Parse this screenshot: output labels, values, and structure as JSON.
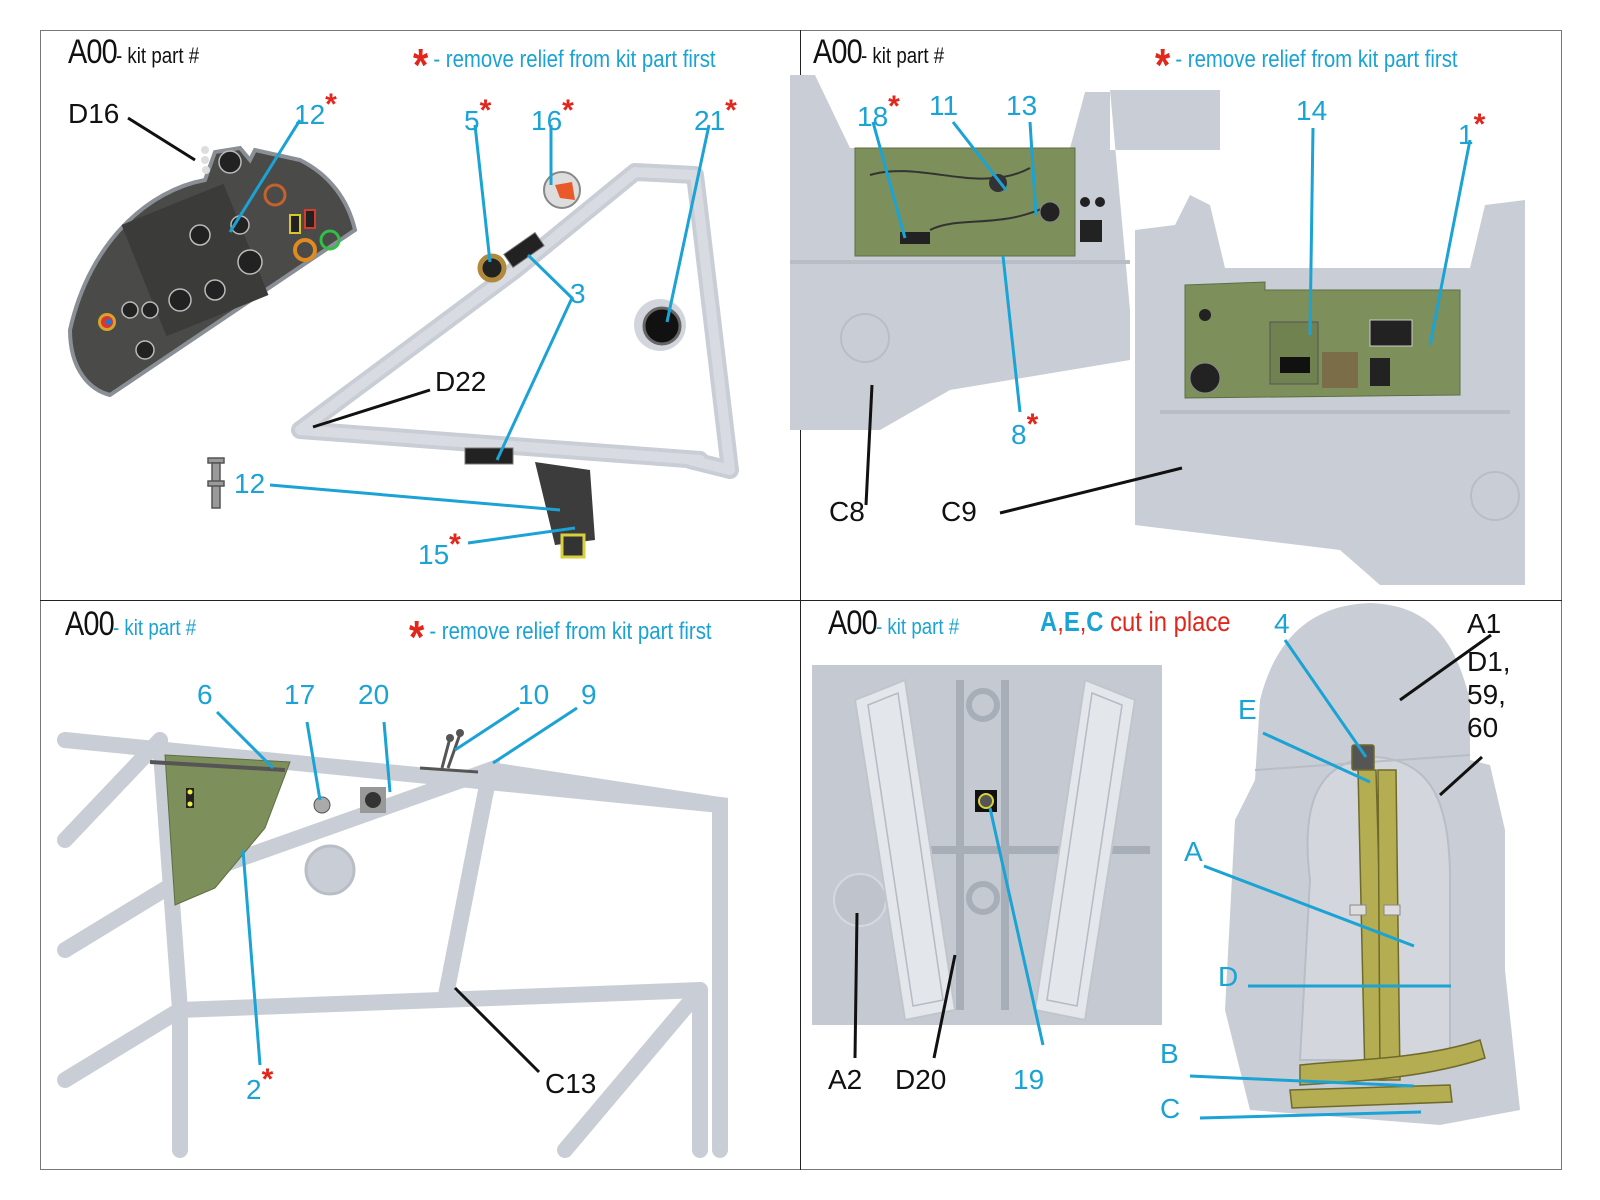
{
  "legend": {
    "kit_code": "A00",
    "kit_text": "- kit part #",
    "star": "*",
    "remove_relief": "- remove relief from kit part first",
    "cut_letters": [
      "A",
      "E",
      "C"
    ],
    "cut_sep": ",",
    "cut_text": "cut in place"
  },
  "colors": {
    "blue_label": "#1aa3d4",
    "red_star": "#e2261c",
    "black_label": "#111111",
    "kit_grey": "#c9ced6",
    "interior_green": "#7d8f5a",
    "panel_dark": "#4a4a48",
    "harness_yellow": "#b4ad52"
  },
  "panels": [
    {
      "name": "instrument-panel",
      "header_style": "dark",
      "labels": [
        {
          "text": "D16",
          "kind": "kit",
          "star": false
        },
        {
          "text": "12",
          "kind": "3d",
          "star": true
        },
        {
          "text": "5",
          "kind": "3d",
          "star": true
        },
        {
          "text": "16",
          "kind": "3d",
          "star": true
        },
        {
          "text": "21",
          "kind": "3d",
          "star": true
        },
        {
          "text": "3",
          "kind": "3d",
          "star": false
        },
        {
          "text": "D22",
          "kind": "kit",
          "star": false
        },
        {
          "text": "12",
          "kind": "3d",
          "star": false
        },
        {
          "text": "15",
          "kind": "3d",
          "star": true
        }
      ]
    },
    {
      "name": "cockpit-sidewalls",
      "header_style": "dark",
      "labels": [
        {
          "text": "18",
          "kind": "3d",
          "star": true
        },
        {
          "text": "11",
          "kind": "3d",
          "star": false
        },
        {
          "text": "13",
          "kind": "3d",
          "star": false
        },
        {
          "text": "14",
          "kind": "3d",
          "star": false
        },
        {
          "text": "1",
          "kind": "3d",
          "star": true
        },
        {
          "text": "8",
          "kind": "3d",
          "star": true
        },
        {
          "text": "C8",
          "kind": "kit",
          "star": false
        },
        {
          "text": "C9",
          "kind": "kit",
          "star": false
        }
      ]
    },
    {
      "name": "frame-side-panel",
      "header_style": "blue",
      "labels": [
        {
          "text": "6",
          "kind": "3d",
          "star": false
        },
        {
          "text": "17",
          "kind": "3d",
          "star": false
        },
        {
          "text": "20",
          "kind": "3d",
          "star": false
        },
        {
          "text": "10",
          "kind": "3d",
          "star": false
        },
        {
          "text": "9",
          "kind": "3d",
          "star": false
        },
        {
          "text": "2",
          "kind": "3d",
          "star": true
        },
        {
          "text": "C13",
          "kind": "kit",
          "star": false
        }
      ]
    },
    {
      "name": "seat-and-pedals",
      "header_style": "blue",
      "labels": [
        {
          "text": "A2",
          "kind": "kit",
          "star": false
        },
        {
          "text": "D20",
          "kind": "kit",
          "star": false
        },
        {
          "text": "19",
          "kind": "3d",
          "star": false
        },
        {
          "text": "4",
          "kind": "3d",
          "star": false
        },
        {
          "text": "A1",
          "kind": "kit",
          "star": false
        },
        {
          "text": "D1,",
          "kind": "kit",
          "star": false
        },
        {
          "text": "59,",
          "kind": "kit",
          "star": false
        },
        {
          "text": "60",
          "kind": "kit",
          "star": false
        },
        {
          "text": "E",
          "kind": "3d",
          "star": false
        },
        {
          "text": "A",
          "kind": "3d",
          "star": false
        },
        {
          "text": "D",
          "kind": "3d",
          "star": false
        },
        {
          "text": "B",
          "kind": "3d",
          "star": false
        },
        {
          "text": "C",
          "kind": "3d",
          "star": false
        }
      ]
    }
  ]
}
